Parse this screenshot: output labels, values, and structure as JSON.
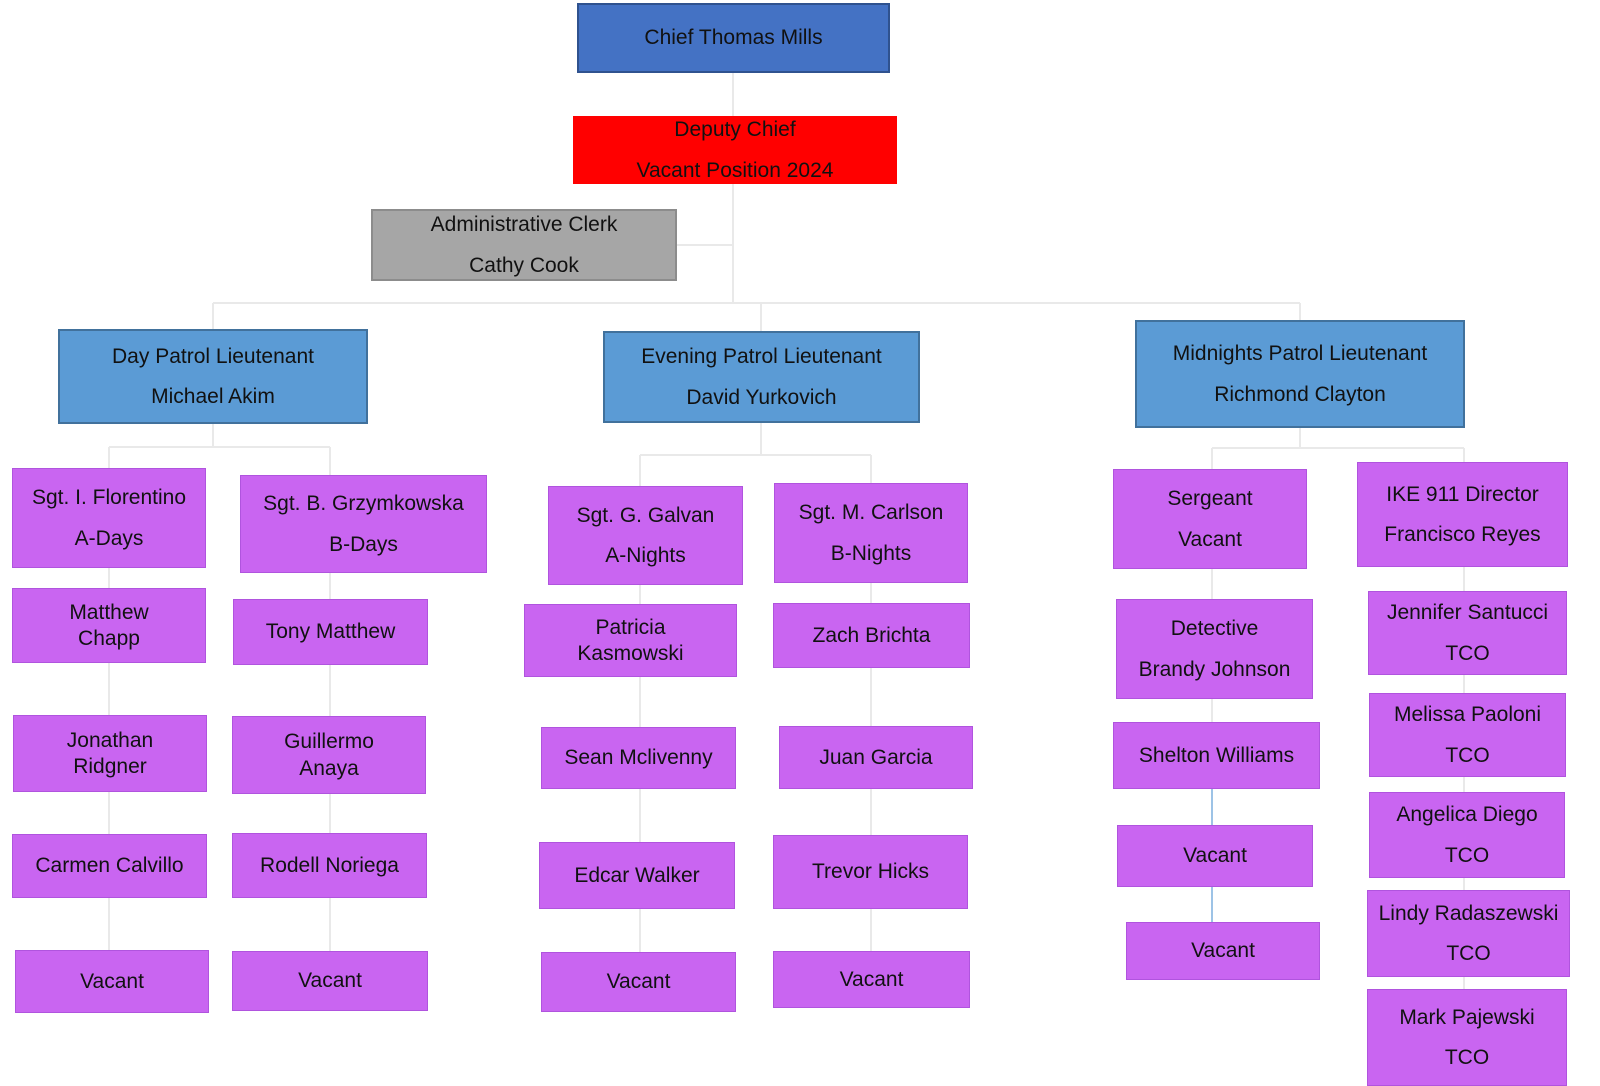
{
  "nodes": {
    "chief": {
      "line1": "Chief Thomas Mills"
    },
    "deputy_chief": {
      "line1": "Deputy Chief",
      "line2": "Vacant Position 2024"
    },
    "admin_clerk": {
      "line1": "Administrative Clerk",
      "line2": "Cathy Cook"
    },
    "day_lt": {
      "line1": "Day Patrol Lieutenant",
      "line2": "Michael Akim"
    },
    "evening_lt": {
      "line1": "Evening Patrol Lieutenant",
      "line2": "David Yurkovich"
    },
    "midnight_lt": {
      "line1": "Midnights Patrol Lieutenant",
      "line2": "Richmond Clayton"
    },
    "day_a_sgt": {
      "line1": "Sgt. I. Florentino",
      "line2": "A-Days"
    },
    "day_a_1": {
      "line1": "Matthew",
      "line2": "Chapp"
    },
    "day_a_2": {
      "line1": "Jonathan",
      "line2": "Ridgner"
    },
    "day_a_3": {
      "line1": "Carmen Calvillo"
    },
    "day_a_4": {
      "line1": "Vacant"
    },
    "day_b_sgt": {
      "line1": "Sgt. B. Grzymkowska",
      "line2": "B-Days"
    },
    "day_b_1": {
      "line1": "Tony Matthew"
    },
    "day_b_2": {
      "line1": "Guillermo",
      "line2": "Anaya"
    },
    "day_b_3": {
      "line1": "Rodell Noriega"
    },
    "day_b_4": {
      "line1": "Vacant"
    },
    "eve_a_sgt": {
      "line1": "Sgt. G. Galvan",
      "line2": "A-Nights"
    },
    "eve_a_1": {
      "line1": "Patricia",
      "line2": "Kasmowski"
    },
    "eve_a_2": {
      "line1": "Sean Mclivenny"
    },
    "eve_a_3": {
      "line1": "Edcar Walker"
    },
    "eve_a_4": {
      "line1": "Vacant"
    },
    "eve_b_sgt": {
      "line1": "Sgt. M. Carlson",
      "line2": "B-Nights"
    },
    "eve_b_1": {
      "line1": "Zach Brichta"
    },
    "eve_b_2": {
      "line1": "Juan Garcia"
    },
    "eve_b_3": {
      "line1": "Trevor Hicks"
    },
    "eve_b_4": {
      "line1": "Vacant"
    },
    "mid_a_sgt": {
      "line1": "Sergeant",
      "line2": "Vacant"
    },
    "mid_a_1": {
      "line1": "Detective",
      "line2": "Brandy Johnson"
    },
    "mid_a_2": {
      "line1": "Shelton Williams"
    },
    "mid_a_3": {
      "line1": "Vacant"
    },
    "mid_a_4": {
      "line1": "Vacant"
    },
    "mid_b_dir": {
      "line1": "IKE 911 Director",
      "line2": "Francisco Reyes"
    },
    "mid_b_1": {
      "line1": "Jennifer Santucci",
      "line2": "TCO"
    },
    "mid_b_2": {
      "line1": "Melissa Paoloni",
      "line2": "TCO"
    },
    "mid_b_3": {
      "line1": "Angelica Diego",
      "line2": "TCO"
    },
    "mid_b_4": {
      "line1": "Lindy Radaszewski",
      "line2": "TCO"
    },
    "mid_b_5": {
      "line1": "Mark Pajewski",
      "line2": "TCO"
    }
  },
  "colors": {
    "chief_blue": "#4472C4",
    "vacant_red": "#FF0000",
    "clerk_gray": "#A6A6A6",
    "lieutenant_blue": "#5B9BD5",
    "officer_purple": "#C965F1",
    "connector_gray": "#E9E9E9",
    "connector_blue": "#9DC3E6"
  }
}
